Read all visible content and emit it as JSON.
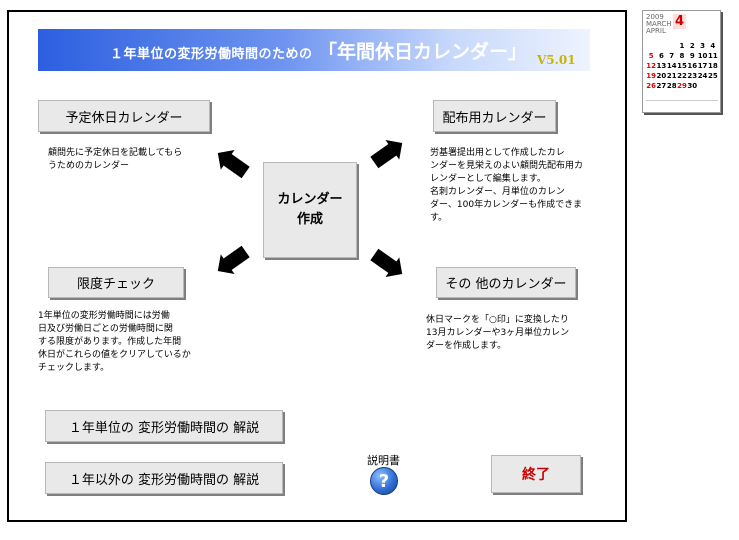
{
  "title": {
    "prefix": "１年単位の変形労働時間のための",
    "main": "「年間休日カレンダー」",
    "version": "V5.01"
  },
  "buttons": {
    "yotei": "予定休日カレンダー",
    "haifu": "配布用カレンダー",
    "center_line1": "カレンダー",
    "center_line2": "作成",
    "gendo": "限度チェック",
    "sonota": "その 他のカレンダー",
    "kaisetsu1": "１年単位の 変形労働時間の 解説",
    "kaisetsu2": "１年以外の 変形労働時間の 解説",
    "end": "終了"
  },
  "descriptions": {
    "yotei": [
      "顧問先に予定休日を記載してもら",
      "うためのカレンダー"
    ],
    "haifu": [
      "労基署提出用として作成したカレ",
      "ンダーを見栄えのよい顧問先配布用カ",
      "レンダーとして編集します。",
      "名刺カレンダー、月単位のカレン",
      "ダー、100年カレンダーも作成できま",
      "す。"
    ],
    "gendo": [
      "1年単位の変形労働時間には労働",
      "日及び労働日ごとの労働時間に関",
      "する限度があります。作成した年間",
      "休日がこれらの値をクリアしているか",
      "チェックします。"
    ],
    "sonota": [
      "休日マークを「○印」に変換したり",
      "13月カレンダーや3ヶ月単位カレン",
      "ダーを作成します。"
    ]
  },
  "manual": {
    "label": "説明書",
    "icon_glyph": "?"
  },
  "thumbnail": {
    "month": "4",
    "header_lines": [
      "2009",
      "MARCH",
      "APRIL"
    ],
    "days": [
      [
        "",
        "",
        "",
        "1",
        "2",
        "3",
        "4"
      ],
      [
        "5",
        "6",
        "7",
        "8",
        "9",
        "10",
        "11"
      ],
      [
        "12",
        "13",
        "14",
        "15",
        "16",
        "17",
        "18"
      ],
      [
        "19",
        "20",
        "21",
        "22",
        "23",
        "24",
        "25"
      ],
      [
        "26",
        "27",
        "28",
        "29",
        "30",
        "",
        ""
      ]
    ]
  },
  "colors": {
    "title_gradient_start": "#2c5fe0",
    "version": "#c8b400",
    "end_text": "#cc0000"
  }
}
